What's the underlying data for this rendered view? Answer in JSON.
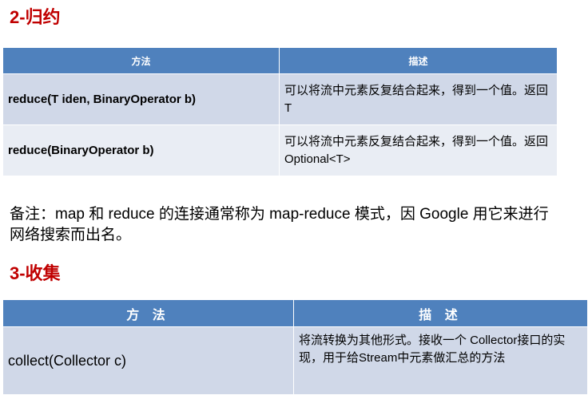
{
  "section_reduce": {
    "heading": "2-归约",
    "table": {
      "col_method": "方法",
      "col_desc": "描述",
      "rows": [
        {
          "method": "reduce(T iden, BinaryOperator b)",
          "desc": "可以将流中元素反复结合起来，得到一个值。返回 T"
        },
        {
          "method": "reduce(BinaryOperator b)",
          "desc": "可以将流中元素反复结合起来，得到一个值。返回 Optional<T>"
        }
      ]
    }
  },
  "note": "备注：map 和 reduce 的连接通常称为 map-reduce 模式，因 Google 用它来进行网络搜索而出名。",
  "section_collect": {
    "heading": "3-收集",
    "table": {
      "col_method": "方 法",
      "col_desc": "描 述",
      "rows": [
        {
          "method": "collect(Collector c)",
          "desc": "将流转换为其他形式。接收一个 Collector接口的实现，用于给Stream中元素做汇总的方法"
        }
      ]
    }
  }
}
